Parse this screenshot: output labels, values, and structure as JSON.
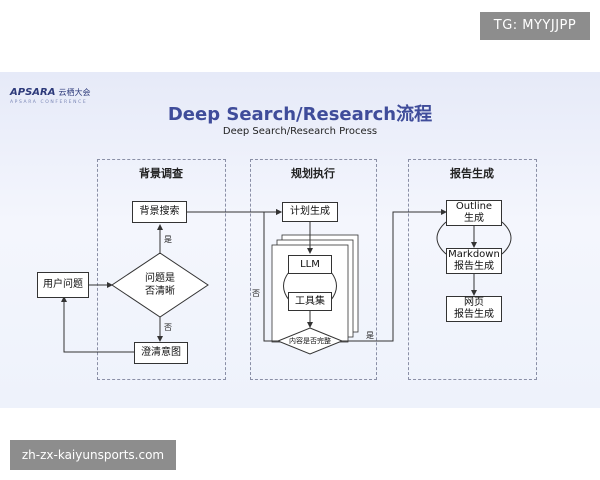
{
  "tag_label": "TG: MYYJJPP",
  "logo": {
    "brand": "APSARA",
    "cn": "云栖大会",
    "sub": "APSARA CONFERENCE"
  },
  "title": "Deep Search/Research流程",
  "subtitle": "Deep Search/Research Process",
  "sections": {
    "background": "背景调查",
    "planning": "规划执行",
    "report": "报告生成"
  },
  "nodes": {
    "user_question": "用户问题",
    "background_search": "背景搜索",
    "question_clear_1": "问题是",
    "question_clear_2": "否清晰",
    "clarify_intent": "澄清意图",
    "plan_generate": "计划生成",
    "llm": "LLM",
    "toolset": "工具集",
    "content_complete": "内容是否完整",
    "outline_1": "Outline",
    "outline_2": "生成",
    "markdown_1": "Markdown",
    "markdown_2": "报告生成",
    "webpage_1": "网页",
    "webpage_2": "报告生成"
  },
  "edge_labels": {
    "yes_1": "是",
    "no_1": "否",
    "no_2": "否",
    "yes_2": "是"
  },
  "watermark_label": "zh-zx-kaiyunsports.com"
}
